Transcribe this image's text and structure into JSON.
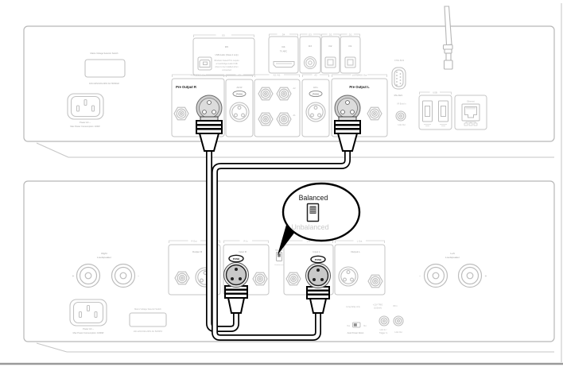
{
  "callout": {
    "balanced": "Balanced",
    "unbalanced": "Unbalanced"
  },
  "top_unit": {
    "mains": {
      "label": "Mains Voltage Selector Switch",
      "caption": "100-120V/220-230V AC 50/60Hz"
    },
    "power": {
      "line1": "Power AC ~",
      "line2": "Max Power Consumption: 100W"
    },
    "digital": {
      "d5": {
        "bracket": "D5",
        "name": "D5",
        "sub": "USB Audio (Class 2 only)",
        "note1": "Windows based PCs require",
        "note2": "a Cambridge Audio USB",
        "note3": "driver to be installed when",
        "note4": "connected"
      },
      "d4": {
        "bracket": "D4",
        "name": "D4",
        "sub": "TV ARC"
      },
      "d3": {
        "bracket": "D3",
        "name": "D3"
      },
      "d2": {
        "bracket": "D2",
        "name": "D2"
      },
      "d1": {
        "bracket": "D1",
        "name": "D1"
      }
    },
    "analog": {
      "pre_out_r": {
        "bracket": "R/STEREO Out",
        "label": "Pre Output R"
      },
      "a3r": {
        "bracket": "A3",
        "label": "A3 R",
        "push": "PUSH"
      },
      "rca": {
        "bracket": "A2 / A1",
        "a2": "A2",
        "a1": "A1"
      },
      "a3l": {
        "bracket": "A3",
        "label": "A3 L",
        "push": "PUSH"
      },
      "pre_out_l": {
        "bracket": "L/STEREO Out",
        "label": "Pre Output L"
      }
    },
    "control": {
      "rs232_bracket": "CTRL BUS",
      "rs232": "RS-232C",
      "ir": "IR Emit In",
      "link_out": "Link Out",
      "usb_bracket": "USB",
      "ethernet": "Ethernet"
    }
  },
  "bottom_unit": {
    "right_speaker": {
      "line1": "Right",
      "line2": "Loudspeaker",
      "plus": "+",
      "minus": "-"
    },
    "left_speaker": {
      "line1": "Left",
      "line2": "Loudspeaker",
      "plus": "+",
      "minus": "-"
    },
    "power": {
      "line1": "Power AC ~",
      "line2": "Max Power Consumption: 1000W"
    },
    "mains": {
      "label": "Mains Voltage Selector Switch",
      "caption": "100-120V/220-230V AC 50/60Hz"
    },
    "output_r": {
      "bracket": "R Out",
      "label": "Output R"
    },
    "input_r": {
      "bracket": "R In",
      "label": "Input R",
      "push": "PUSH"
    },
    "switch": {
      "balanced": "Balanced",
      "unbalanced": "Unbalanced"
    },
    "input_l": {
      "bracket": "L In",
      "label": "Input L",
      "push": "PUSH"
    },
    "output_l": {
      "bracket": "L Out",
      "label": "Output L"
    },
    "controls": {
      "delay": "Long delay only",
      "trig1": "+12V TRIG",
      "trig2": "(100mA)",
      "ir_in": "IR In",
      "yes": "Yes",
      "no": "No",
      "apd": "Auto Power Down",
      "link_in1": "Link In /",
      "link_in2": "Trigger In",
      "link_out": "Link Out"
    }
  }
}
